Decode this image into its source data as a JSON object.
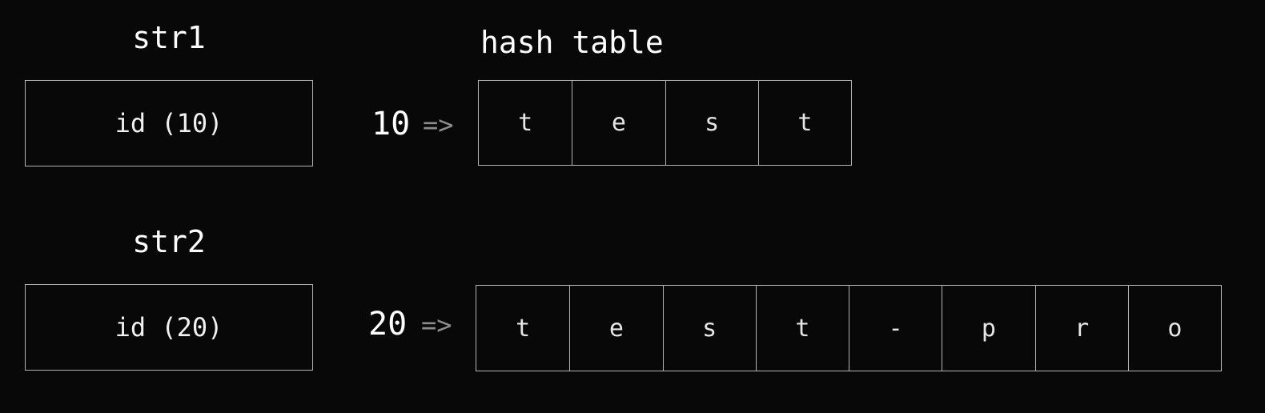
{
  "hash_table_label": "hash table",
  "entries": [
    {
      "var_name": "str1",
      "box_text": "id (10)",
      "key": "10",
      "arrow": "=>",
      "chars": [
        "t",
        "e",
        "s",
        "t"
      ]
    },
    {
      "var_name": "str2",
      "box_text": "id (20)",
      "key": "20",
      "arrow": "=>",
      "chars": [
        "t",
        "e",
        "s",
        "t",
        "-",
        "p",
        "r",
        "o"
      ]
    }
  ],
  "colors": {
    "background": "#080808",
    "border": "#b3b3b3",
    "arrow": "#8c8c8c",
    "text": "#ffffff"
  }
}
